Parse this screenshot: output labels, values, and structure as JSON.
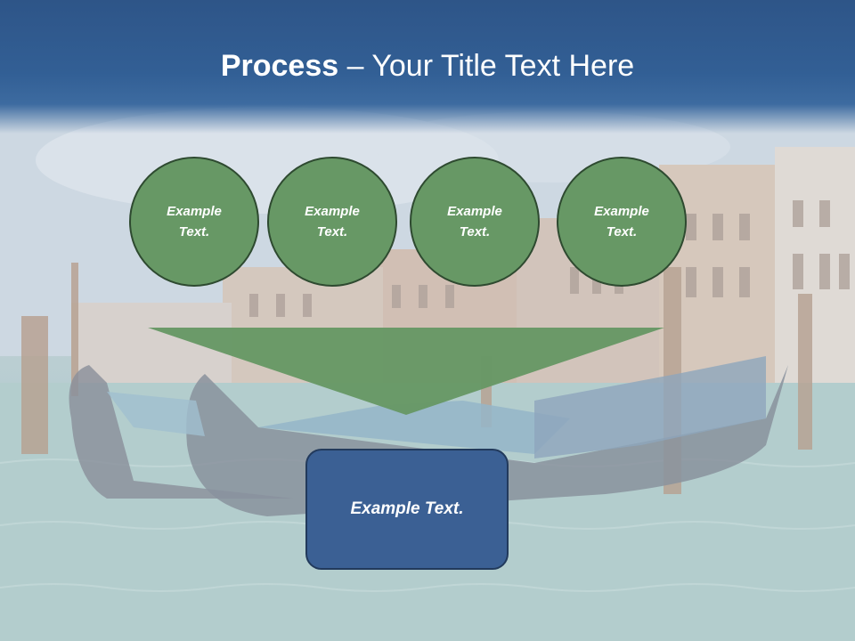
{
  "title": {
    "bold": "Process",
    "rest": " – Your Title Text Here"
  },
  "circles": [
    {
      "label": "Example Text."
    },
    {
      "label": "Example Text."
    },
    {
      "label": "Example Text."
    },
    {
      "label": "Example Text."
    }
  ],
  "result": {
    "label": "Example Text."
  },
  "colors": {
    "title_band": "#325f95",
    "circle_fill": "#679865",
    "circle_border": "#2e4a30",
    "funnel_fill": "#679865",
    "box_fill": "#3b6094",
    "box_border": "#223a5c"
  }
}
